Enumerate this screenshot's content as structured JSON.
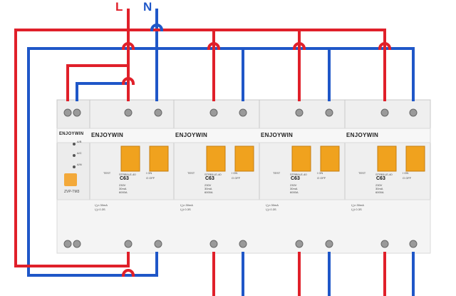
{
  "terminals": {
    "line_label": "L",
    "neutral_label": "N"
  },
  "colors": {
    "line_wire": "#e0202a",
    "neutral_wire": "#1f57c8",
    "handle": "#f0a21e",
    "body": "#ececec",
    "test_button": "#f3a93a"
  },
  "monitor_module": {
    "brand": "ENJOYWIN",
    "indicators": [
      "A/B",
      "A/C",
      "A/N"
    ],
    "caption": "ZVP-TM3"
  },
  "breakers": [
    {
      "brand": "ENJOYWIN",
      "model": "C63",
      "series": "STRB1LE-40",
      "specs": [
        "230V",
        "30mA",
        "6000A"
      ],
      "test_label": "TEST",
      "state_on": "I ON",
      "state_off": "O OFF",
      "rating_block": [
        "I△n 30mA",
        "I△t 0.3S"
      ]
    },
    {
      "brand": "ENJOYWIN",
      "model": "C63",
      "series": "STRB1LE-40",
      "specs": [
        "230V",
        "30mA",
        "6000A"
      ],
      "test_label": "TEST",
      "state_on": "I ON",
      "state_off": "O OFF",
      "rating_block": [
        "I△n 30mA",
        "I△t 0.3S"
      ]
    },
    {
      "brand": "ENJOYWIN",
      "model": "C63",
      "series": "STRB1LE-40",
      "specs": [
        "230V",
        "30mA",
        "6000A"
      ],
      "test_label": "TEST",
      "state_on": "I ON",
      "state_off": "O OFF",
      "rating_block": [
        "I△n 30mA",
        "I△t 0.3S"
      ]
    },
    {
      "brand": "ENJOYWIN",
      "model": "C63",
      "series": "STRB1LE-40",
      "specs": [
        "230V",
        "30mA",
        "6000A"
      ],
      "test_label": "TEST",
      "state_on": "I ON",
      "state_off": "O OFF",
      "rating_block": [
        "I△n 30mA",
        "I△t 0.3S"
      ]
    }
  ]
}
